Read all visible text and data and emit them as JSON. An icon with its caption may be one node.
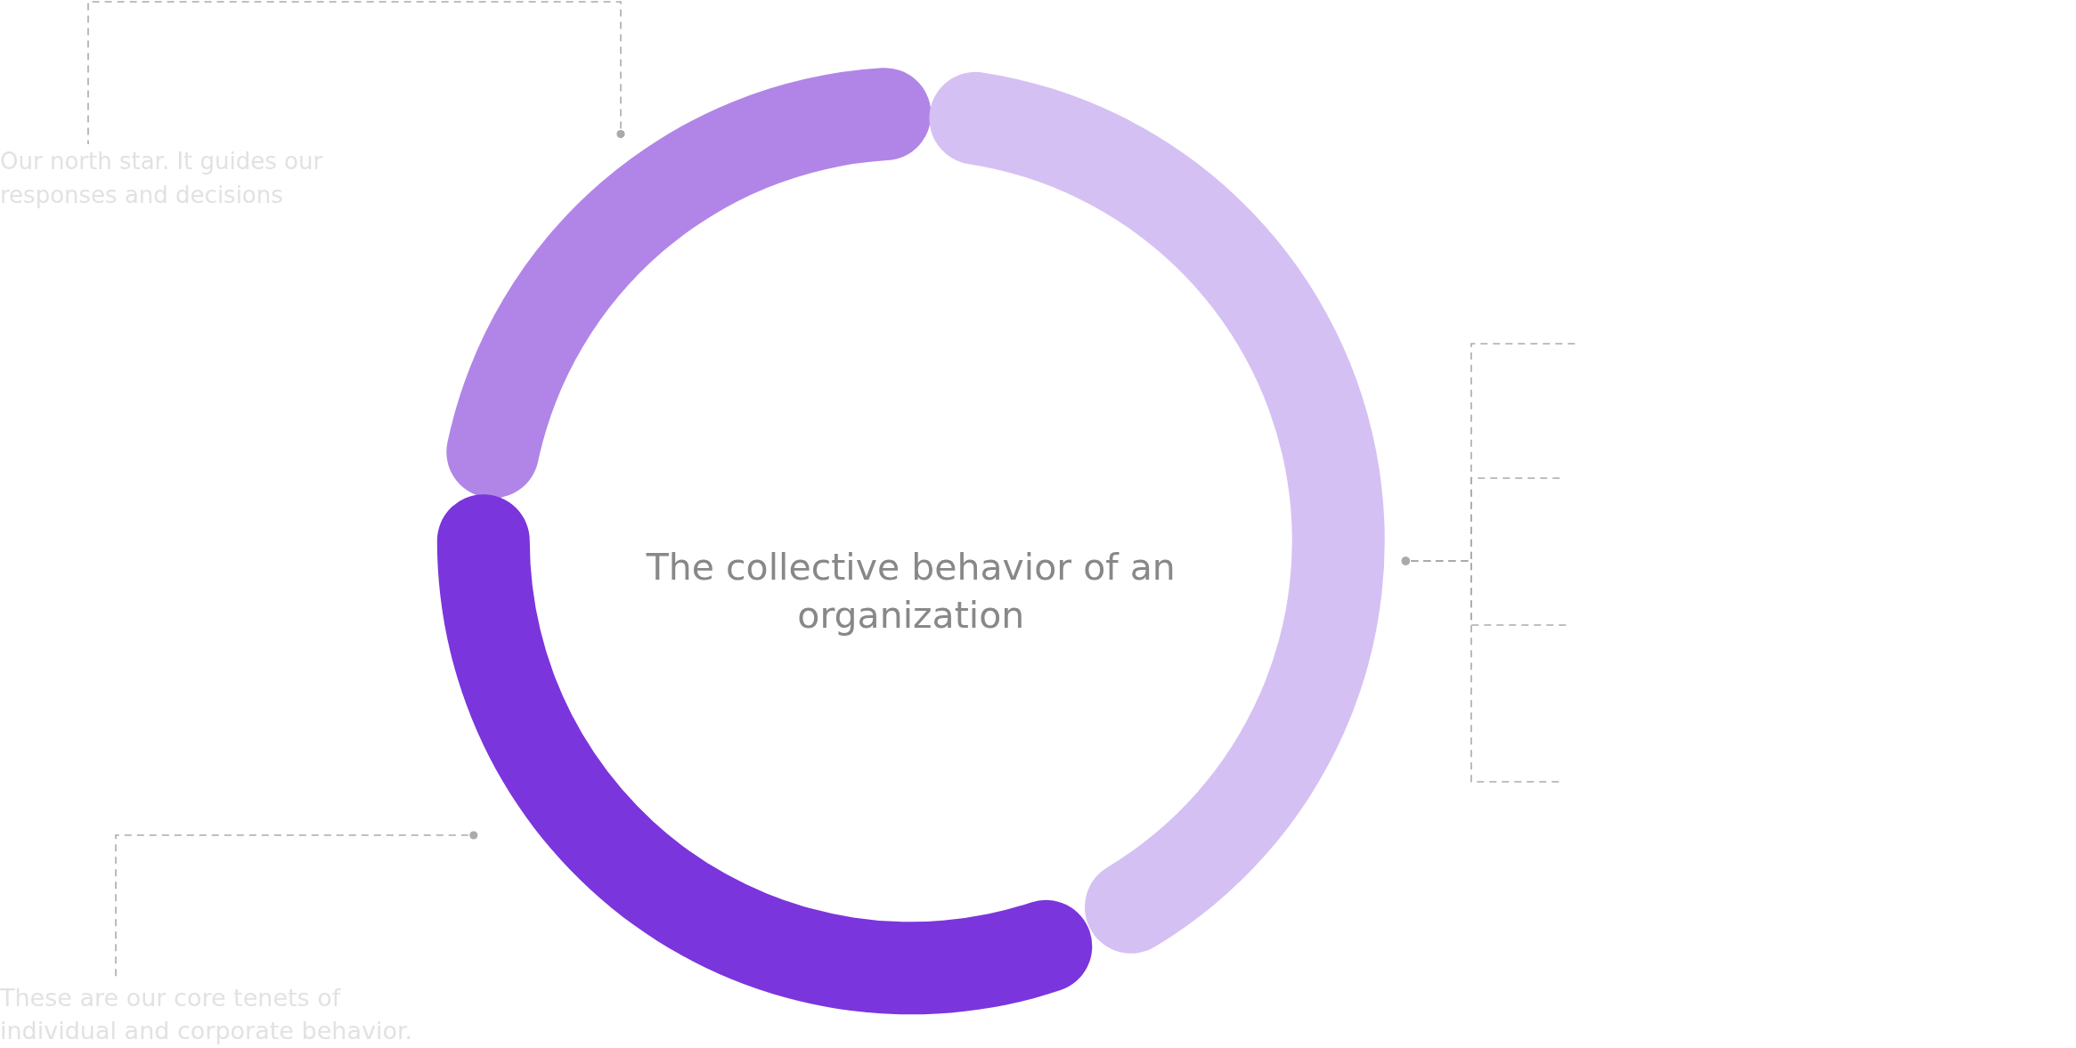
{
  "diagram": {
    "nodes": [
      {
        "text": [
          "Our north star. It guides our responses and decisions"
        ]
      },
      {
        "text": [],
        "shape": "arc"
      },
      {
        "text": [],
        "shape": "arc"
      },
      {
        "text": [],
        "shape": "arc"
      },
      {
        "text": [
          "These are our core tenets of individual and corporate behavior."
        ]
      }
    ],
    "edges": [
      {
        "from": 0,
        "to": 1,
        "arrow": "other",
        "style": "dashed"
      },
      {
        "from": 4,
        "to": 3,
        "arrow": "other",
        "style": "dashed"
      },
      {
        "from": null,
        "to": 2,
        "arrow": "other",
        "style": "dashed"
      },
      {
        "from": null,
        "to": 2,
        "arrow": "other",
        "style": "dashed"
      },
      {
        "from": null,
        "to": 2,
        "arrow": "other",
        "style": "dashed"
      },
      {
        "from": null,
        "to": 2,
        "arrow": "other",
        "style": "dashed"
      }
    ],
    "labels": [
      "The collective behavior of an organization"
    ]
  }
}
